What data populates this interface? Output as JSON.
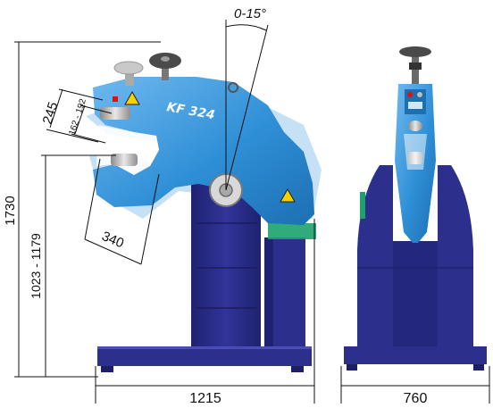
{
  "figure": {
    "model_label": "KF 324",
    "angle_label": "0-15°",
    "overall_height_label": "1730",
    "work_height_label": "1023 - 1179",
    "throat_depth_label": "340",
    "jaw_label": "245",
    "inner_jaw_label": "162 - 192",
    "width_side_label": "1215",
    "width_front_label": "760"
  },
  "colors": {
    "frame_blue": "#2c2f8c",
    "frame_blue_dark": "#1c1f66",
    "body_blue": "#2f8fd6",
    "body_blue_light": "#7ec3f2",
    "ghost_blue": "#bcdcf3",
    "steel": "#b9b9b9",
    "warning_yellow": "#f4d200",
    "accent_green": "#1aa36b"
  }
}
